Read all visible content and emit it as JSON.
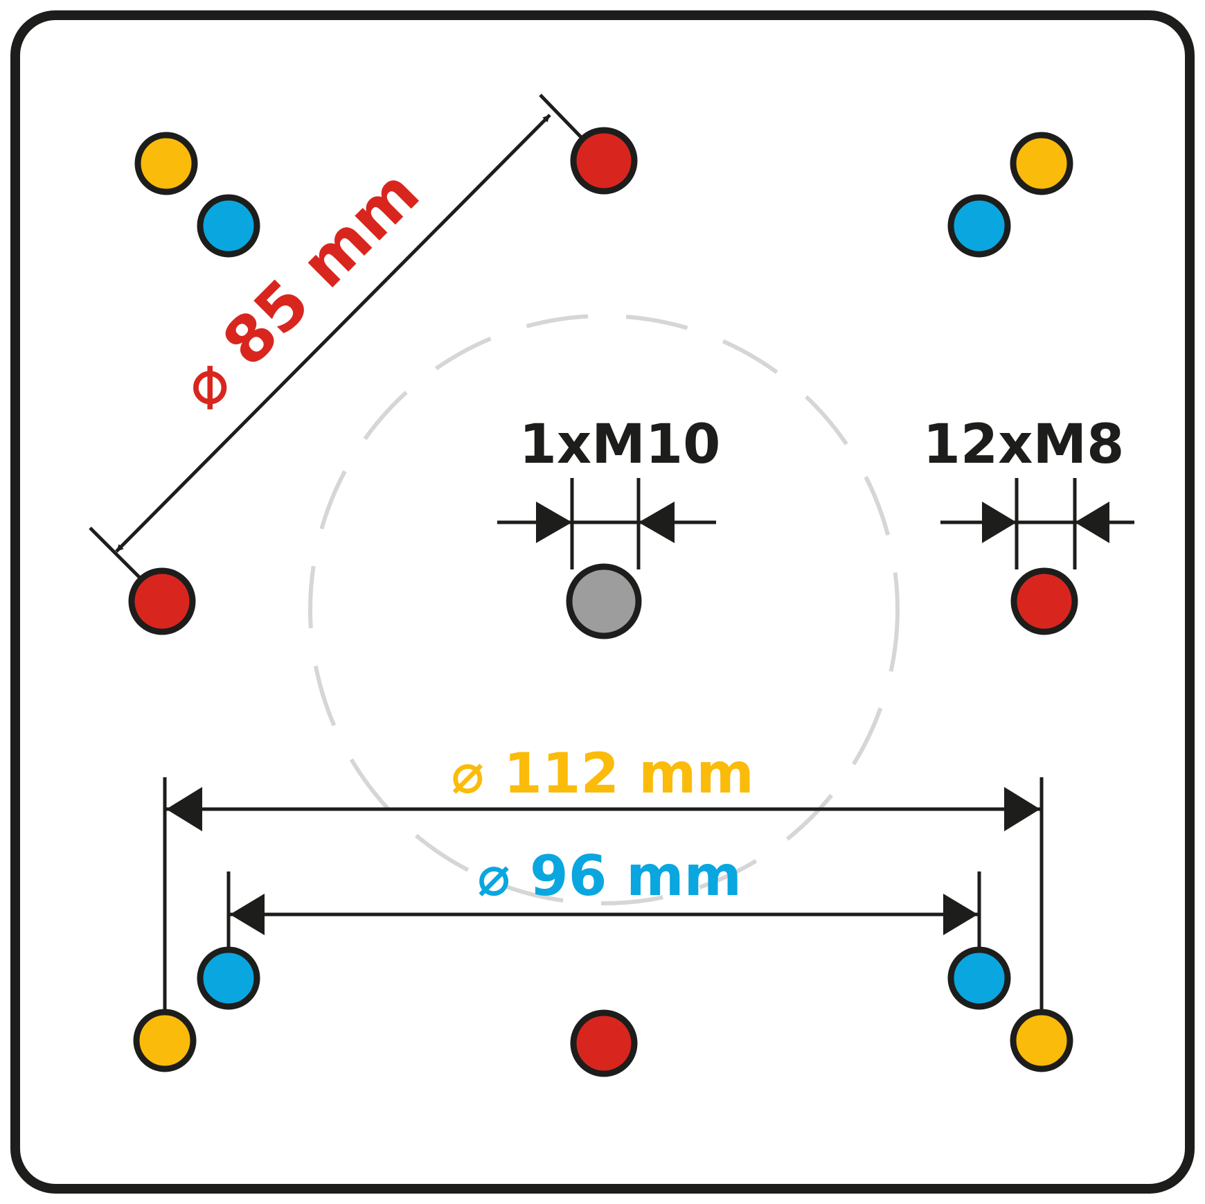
{
  "labels": {
    "red_diameter": "85 mm",
    "yellow_diameter": "112 mm",
    "blue_diameter": "96 mm",
    "center_thread": "1xM10",
    "side_thread": "12xM8"
  },
  "colors": {
    "red": "#d8261f",
    "yellow": "#fbbb0a",
    "blue": "#0aa6df",
    "gray": "#9d9d9d",
    "outline": "#1d1d1b",
    "dashed_circle": "#d6d6d6"
  }
}
